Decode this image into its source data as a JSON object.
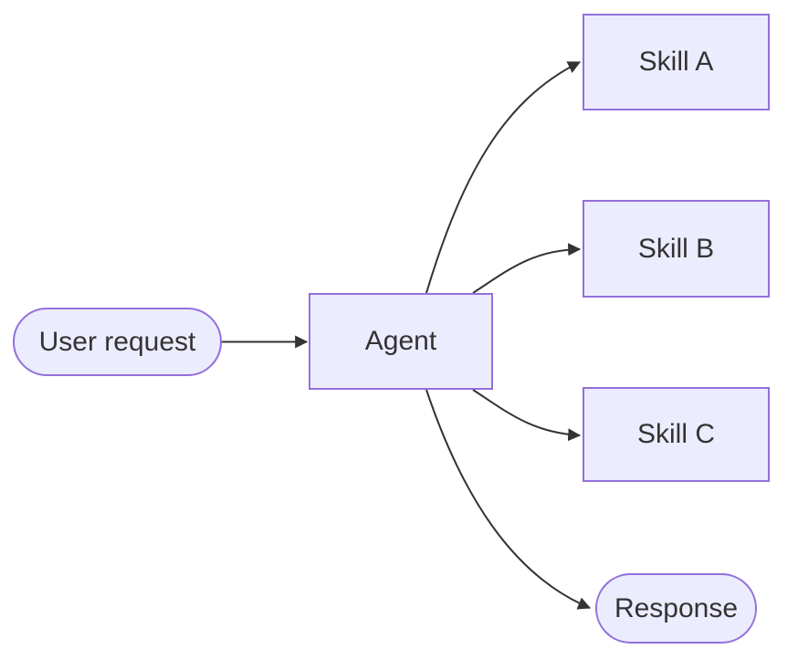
{
  "diagram": {
    "type": "flowchart",
    "direction": "LR",
    "nodes": [
      {
        "id": "user_request",
        "label": "User request",
        "shape": "stadium"
      },
      {
        "id": "agent",
        "label": "Agent",
        "shape": "rect"
      },
      {
        "id": "skill_a",
        "label": "Skill A",
        "shape": "rect"
      },
      {
        "id": "skill_b",
        "label": "Skill B",
        "shape": "rect"
      },
      {
        "id": "skill_c",
        "label": "Skill C",
        "shape": "rect"
      },
      {
        "id": "response",
        "label": "Response",
        "shape": "stadium"
      }
    ],
    "edges": [
      {
        "from": "user_request",
        "to": "agent",
        "arrow": "arrowhead"
      },
      {
        "from": "agent",
        "to": "skill_a",
        "arrow": "arrowhead"
      },
      {
        "from": "agent",
        "to": "skill_b",
        "arrow": "arrowhead"
      },
      {
        "from": "agent",
        "to": "skill_c",
        "arrow": "arrowhead"
      },
      {
        "from": "agent",
        "to": "response",
        "arrow": "arrowhead"
      }
    ],
    "colors": {
      "node_fill": "#ECECFF",
      "node_border": "#9370DB",
      "edge_stroke": "#333333",
      "text": "#333333",
      "background": "#FFFFFF"
    }
  }
}
